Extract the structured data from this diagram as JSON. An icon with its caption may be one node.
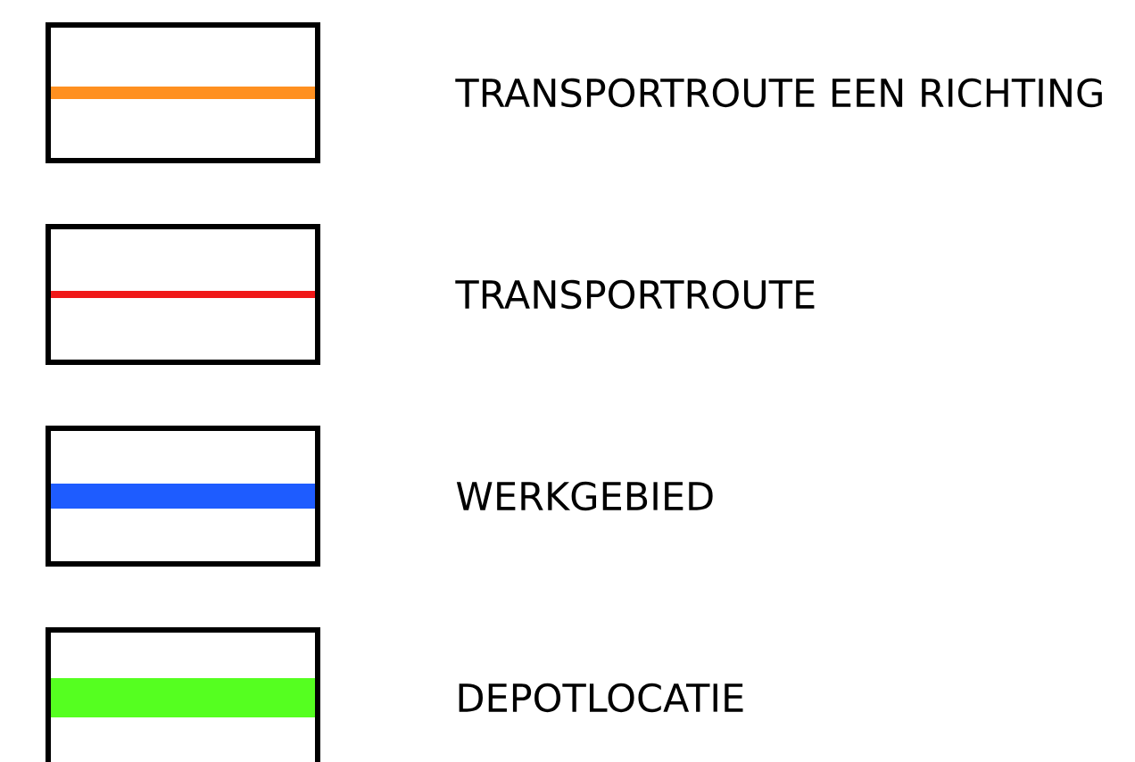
{
  "diagram": {
    "legend": [
      {
        "text": "TRANSPORTROUTE EEN RICHTING",
        "color": "#ff9020"
      },
      {
        "text": "TRANSPORTROUTE",
        "color": "#f01818"
      },
      {
        "text": "WERKGEBIED",
        "color": "#1e5cff"
      },
      {
        "text": "DEPOTLOCATIE",
        "color": "#55ff20"
      }
    ]
  }
}
